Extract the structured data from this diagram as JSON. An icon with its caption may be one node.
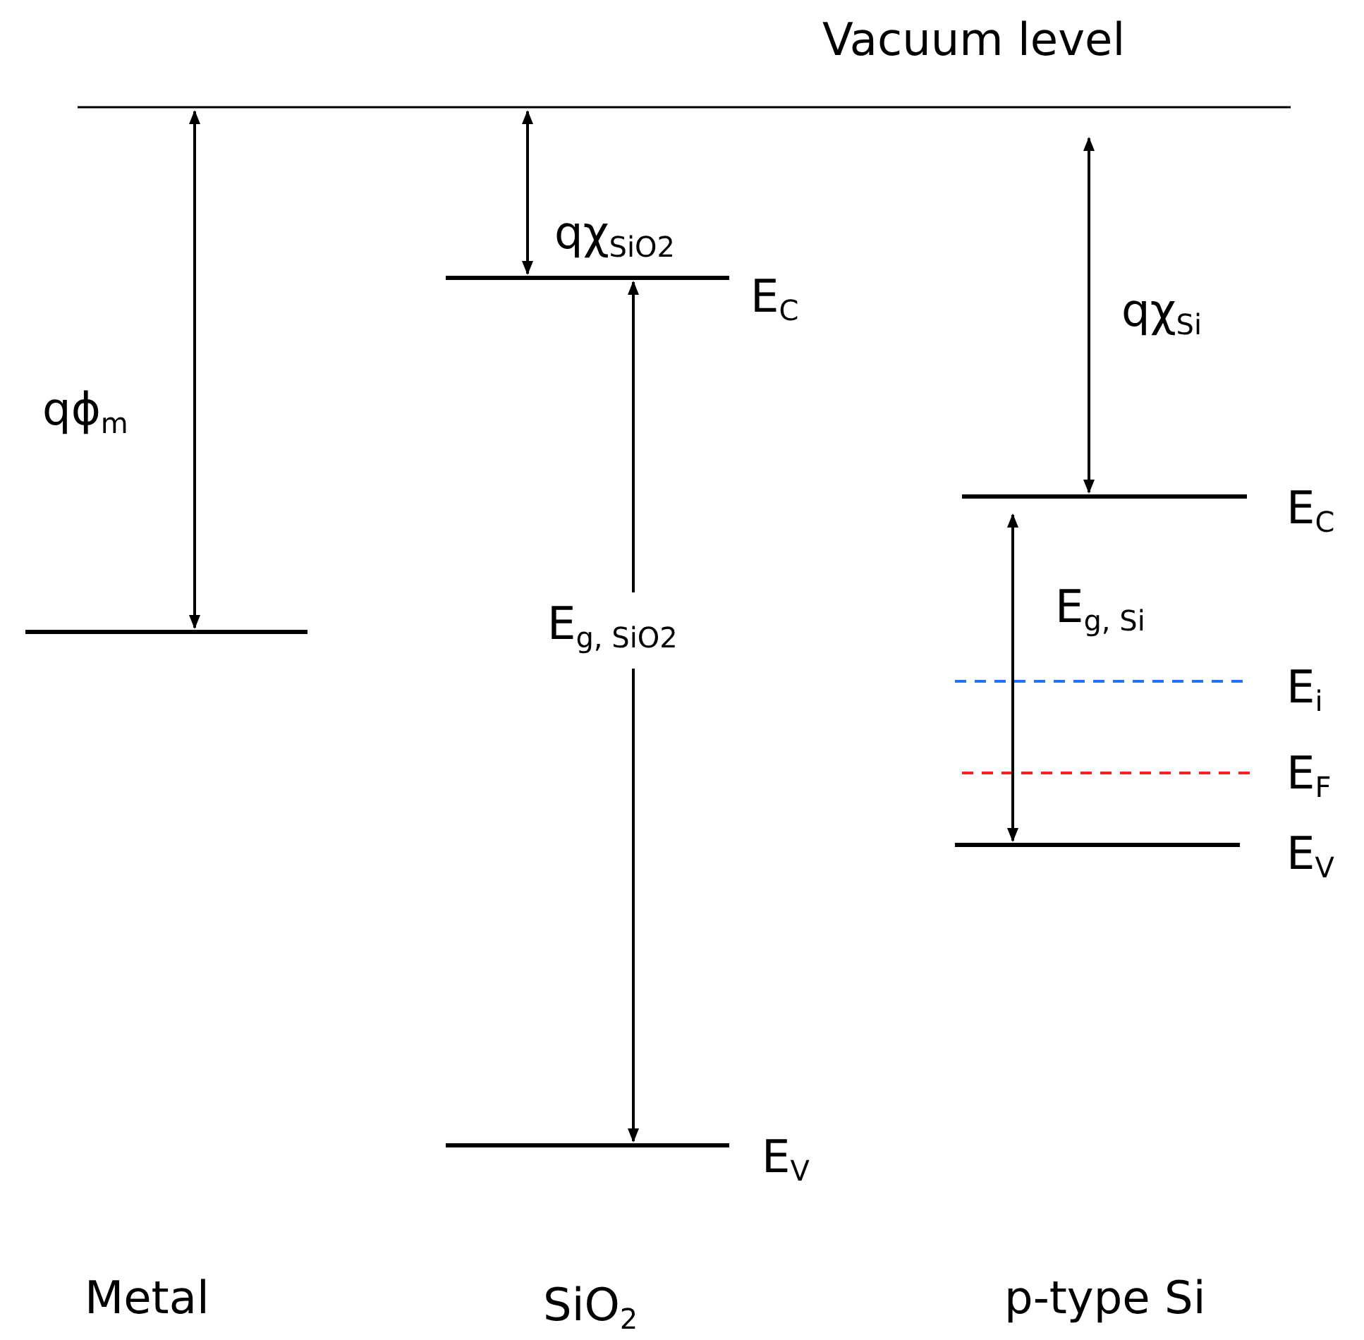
{
  "diagram": {
    "labels": [
      "Vacuum level",
      "qχ$_{SiO2}$",
      "E$_{C}$",
      "qχ$_{Si}$",
      "qϕ$_{m}$",
      "E$_{C}$",
      "E$_{g, SiO2}$",
      "E$_{g, Si}$",
      "E$_{i}$",
      "E$_{F}$",
      "E$_{V}$",
      "E$_{V}$",
      "Metal",
      "SiO$_{2}$",
      "p-type Si"
    ]
  }
}
